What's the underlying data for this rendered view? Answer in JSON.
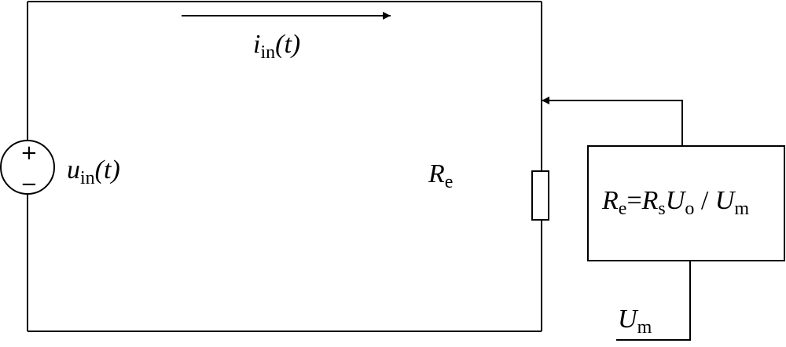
{
  "diagram": {
    "current": {
      "symbol": "i",
      "sub": "in",
      "arg": "(t)"
    },
    "source": {
      "symbol": "u",
      "sub": "in",
      "arg": "(t)",
      "plus": "+",
      "minus": "−"
    },
    "resistor": {
      "symbol": "R",
      "sub": "e"
    },
    "controller": {
      "lhs_symbol": "R",
      "lhs_sub": "e",
      "eq": "=",
      "t1_symbol": "R",
      "t1_sub": "s",
      "t2_symbol": "U",
      "t2_sub": "o",
      "div": " / ",
      "t3_symbol": "U",
      "t3_sub": "m"
    },
    "input": {
      "symbol": "U",
      "sub": "m"
    }
  }
}
